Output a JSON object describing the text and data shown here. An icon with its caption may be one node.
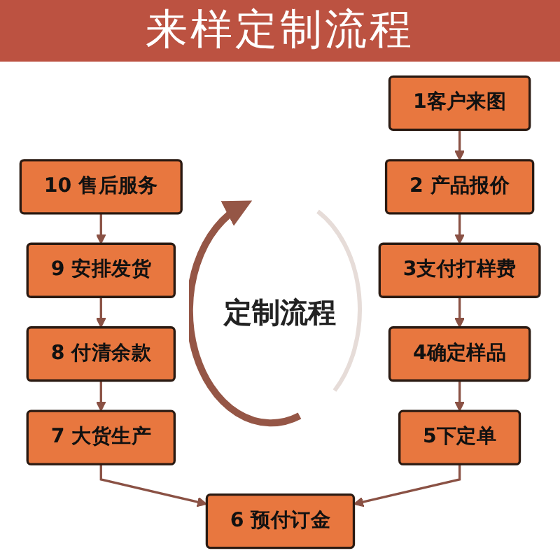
{
  "diagram": {
    "title": "来样定制流程",
    "nodes": [
      {
        "text": [
          "1客户来图"
        ]
      },
      {
        "text": [
          "2 产品报价"
        ]
      },
      {
        "text": [
          "3支付打样费"
        ]
      },
      {
        "text": [
          "4确定样品"
        ]
      },
      {
        "text": [
          "5下定单"
        ]
      },
      {
        "text": [
          "6 预付订金"
        ]
      },
      {
        "text": [
          "7 大货生产"
        ]
      },
      {
        "text": [
          "8 付清余款"
        ]
      },
      {
        "text": [
          "9 安排发货"
        ]
      },
      {
        "text": [
          "10 售后服务"
        ]
      }
    ],
    "edges": [
      {
        "from": 0,
        "to": 1,
        "arrow": "to"
      },
      {
        "from": 1,
        "to": 2,
        "arrow": "to"
      },
      {
        "from": 2,
        "to": 3,
        "arrow": "to"
      },
      {
        "from": 3,
        "to": 4,
        "arrow": "to"
      },
      {
        "from": 4,
        "to": 5,
        "arrow": "to"
      },
      {
        "from": 6,
        "to": 5,
        "arrow": "to"
      },
      {
        "from": 7,
        "to": 6,
        "arrow": "to"
      },
      {
        "from": 8,
        "to": 7,
        "arrow": "to"
      },
      {
        "from": 9,
        "to": 8,
        "arrow": "to"
      }
    ],
    "labels": [
      "定制流程"
    ]
  }
}
